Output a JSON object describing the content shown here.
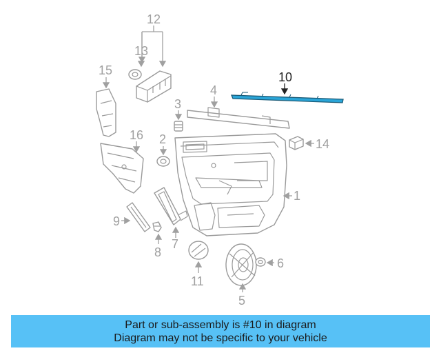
{
  "callouts": {
    "c1": "1",
    "c2": "2",
    "c3": "3",
    "c4": "4",
    "c5": "5",
    "c6": "6",
    "c7": "7",
    "c8": "8",
    "c9": "9",
    "c10": "10",
    "c11": "11",
    "c12": "12",
    "c13": "13",
    "c14": "14",
    "c15": "15",
    "c16": "16"
  },
  "highlight": {
    "part": "10",
    "color": "#2aa5d8"
  },
  "banner": {
    "line1": "Part or sub-assembly is #10 in diagram",
    "line2": "Diagram may not be specific to your vehicle",
    "background": "#57c1f6"
  }
}
